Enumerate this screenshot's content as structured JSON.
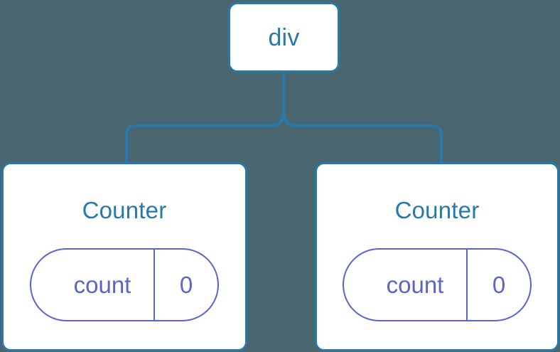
{
  "diagram": {
    "type": "component-tree",
    "background_color": "#4a6670",
    "node_border_color": "#2779ac",
    "node_text_color": "#2779ac",
    "state_color": "#5b63cf",
    "connector_color": "#2779ac"
  },
  "root": {
    "label": "div"
  },
  "children": [
    {
      "label": "Counter",
      "state": {
        "key": "count",
        "value": "0"
      }
    },
    {
      "label": "Counter",
      "state": {
        "key": "count",
        "value": "0"
      }
    }
  ]
}
